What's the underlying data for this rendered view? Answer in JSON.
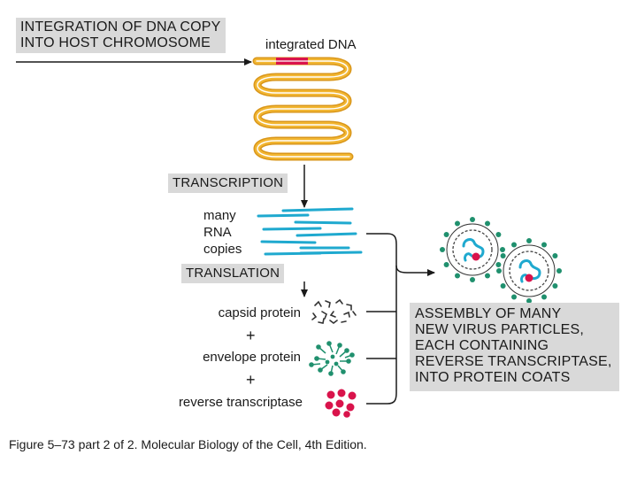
{
  "steps": {
    "integration": [
      "INTEGRATION OF DNA COPY",
      "INTO HOST CHROMOSOME"
    ],
    "transcription": "TRANSCRIPTION",
    "translation": "TRANSLATION",
    "assembly": [
      "ASSEMBLY OF MANY",
      "NEW VIRUS PARTICLES,",
      "EACH CONTAINING",
      "REVERSE TRANSCRIPTASE,",
      "INTO PROTEIN COATS"
    ]
  },
  "labels": {
    "integrated_dna": "integrated DNA",
    "rna": [
      "many",
      "RNA",
      "copies"
    ],
    "capsid": "capsid protein",
    "plus1": "+",
    "envelope": "envelope protein",
    "plus2": "+",
    "reverse_transcriptase": "reverse transcriptase"
  },
  "caption": "Figure 5–73 part 2 of 2. Molecular Biology of the Cell, 4th Edition.",
  "colors": {
    "dna": "#f2b632",
    "dna_outline": "#d9961a",
    "integrated": "#d9134b",
    "rna": "#1fa9cf",
    "envelope": "#20906e",
    "reverse_transcriptase": "#d9134b",
    "label_box": "#d9d9d9"
  }
}
